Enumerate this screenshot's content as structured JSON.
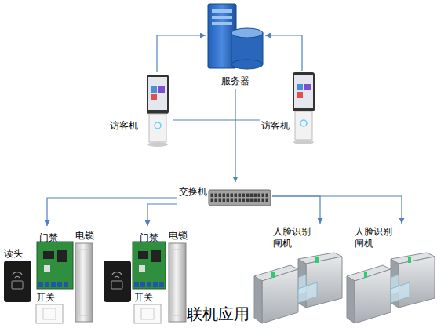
{
  "diagram": {
    "caption": "联机应用",
    "nodes": [
      {
        "text": [
          "服务器"
        ]
      },
      {
        "text": [
          "访客机"
        ]
      },
      {
        "text": [
          "访客机"
        ]
      },
      {
        "text": [
          "交换机"
        ]
      },
      {
        "text": [
          "门禁"
        ]
      },
      {
        "text": [
          "门禁"
        ]
      },
      {
        "text": [
          "人脸识别 闸机"
        ]
      },
      {
        "text": [
          "人脸识别 闸机"
        ]
      }
    ],
    "edges": [
      {
        "from": 1,
        "to": 0,
        "arrow": "to"
      },
      {
        "from": 2,
        "to": 0,
        "arrow": "to"
      },
      {
        "from": 1,
        "to": 2,
        "arrow": "none"
      },
      {
        "from": 0,
        "to": 3,
        "arrow": "to"
      },
      {
        "from": 3,
        "to": 4,
        "arrow": "to"
      },
      {
        "from": 3,
        "to": 5,
        "arrow": "to"
      },
      {
        "from": 3,
        "to": 6,
        "arrow": "to"
      },
      {
        "from": 3,
        "to": 7,
        "arrow": "to"
      }
    ],
    "labels": [
      "读头",
      "电锁",
      "开关",
      "电锁",
      "开关"
    ]
  }
}
